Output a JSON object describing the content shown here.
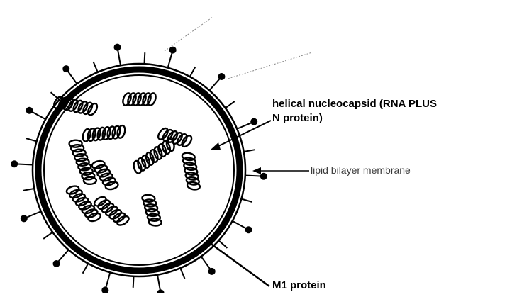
{
  "labels": {
    "hemagglutinin": "",
    "neuraminidase": "",
    "nucleocapsid_line1": "helical nucleocapsid (RNA PLUS",
    "nucleocapsid_line2": "N protein)",
    "lipid_bilayer": "lipid bilayer membrane",
    "m1_protein": "M1 protein"
  },
  "colors": {
    "ink": "#000000",
    "background": "#ffffff",
    "faint_text": "#9a9a9a"
  }
}
